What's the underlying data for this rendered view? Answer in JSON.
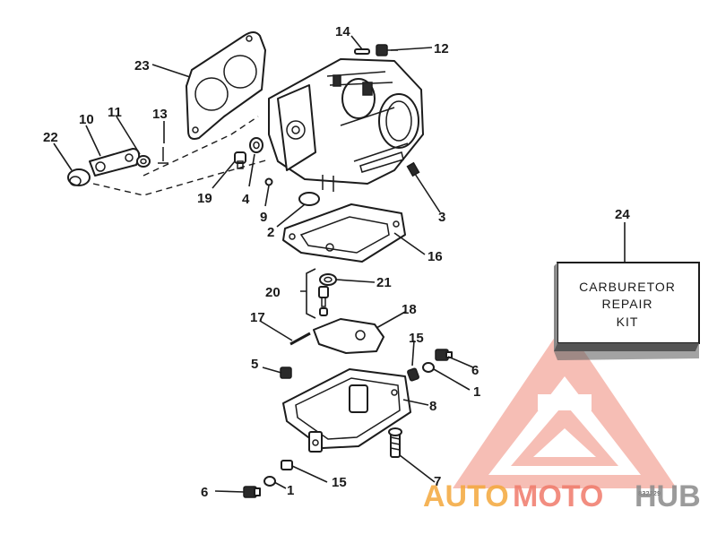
{
  "callouts": {
    "c1a": "1",
    "c1b": "1",
    "c2": "2",
    "c3": "3",
    "c4": "4",
    "c5": "5",
    "c6a": "6",
    "c6b": "6",
    "c7": "7",
    "c8": "8",
    "c9": "9",
    "c10": "10",
    "c11": "11",
    "c12": "12",
    "c13": "13",
    "c14": "14",
    "c15a": "15",
    "c15b": "15",
    "c16": "16",
    "c17": "17",
    "c18": "18",
    "c19": "19",
    "c20": "20",
    "c21": "21",
    "c22": "22",
    "c23": "23",
    "c24": "24"
  },
  "kit": {
    "line1": "CARBURETOR",
    "line2": "REPAIR",
    "line3": "KIT"
  },
  "drawing_number": "832229",
  "watermark": {
    "part1": "AUTO",
    "part2": "MOTO",
    "part3": "HUB",
    "colors": {
      "orange": "#f4a83c",
      "red": "#f07a6a",
      "gray": "#8a8a8a"
    }
  }
}
